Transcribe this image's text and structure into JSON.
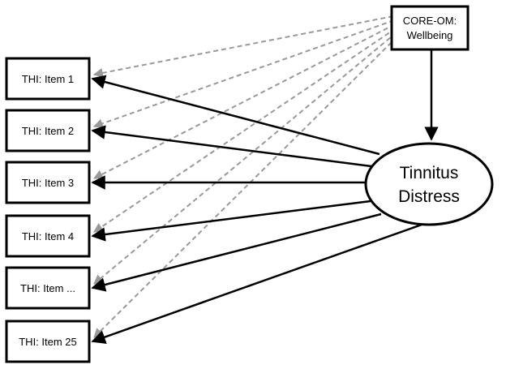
{
  "latent": {
    "label_line1": "Tinnitus",
    "label_line2": "Distress"
  },
  "covariate": {
    "label_line1": "CORE-OM:",
    "label_line2": "Wellbeing"
  },
  "items": [
    {
      "id": "item-1",
      "label": "THI: Item 1"
    },
    {
      "id": "item-2",
      "label": "THI: Item 2"
    },
    {
      "id": "item-3",
      "label": "THI: Item 3"
    },
    {
      "id": "item-4",
      "label": "THI: Item 4"
    },
    {
      "id": "item-more",
      "label": "THI: Item ..."
    },
    {
      "id": "item-25",
      "label": "THI: Item 25"
    }
  ],
  "colors": {
    "solid_edge": "#000000",
    "dashed_edge": "#999999",
    "node_stroke": "#000000",
    "background": "#ffffff"
  }
}
